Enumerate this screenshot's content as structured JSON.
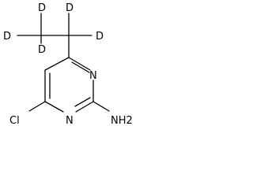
{
  "molecule": {
    "atoms": {
      "d1": "D",
      "d2": "D",
      "d3": "D",
      "d4": "D",
      "d5": "D",
      "n1": "N",
      "n3": "N",
      "cl": "Cl",
      "nh2": "NH2"
    }
  },
  "colors": {
    "bond": "#000000",
    "label": "#000000",
    "background": "#ffffff"
  }
}
